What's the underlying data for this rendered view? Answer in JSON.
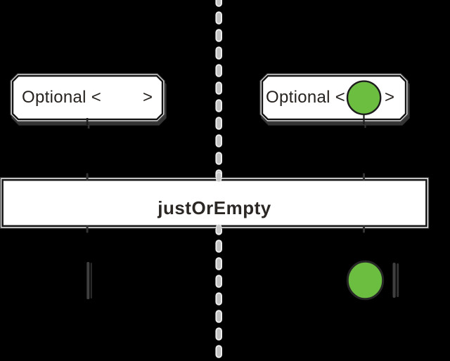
{
  "scene": {
    "background": "#000000",
    "divider": {
      "style": "dashed-vertical-line"
    },
    "inputs": {
      "left": {
        "prefix": "Optional <",
        "suffix": ">",
        "content": "empty"
      },
      "right": {
        "prefix": "Optional <",
        "suffix": ">",
        "content": "green-marble"
      }
    },
    "operator": {
      "label": "justOrEmpty"
    },
    "outputs": {
      "left": {
        "marbles": [],
        "complete": true
      },
      "right": {
        "marbles": [
          "green"
        ],
        "complete": true
      }
    },
    "colors": {
      "marble_green": "#6cbe41",
      "marble_outline": "#212121",
      "box_fill": "#ffffff",
      "box_border": "#141414",
      "box_casing": "#4a4a4a",
      "tick_gray": "#3f3f3f",
      "dash_gray": "#c2c2c2",
      "text_dark": "#26221f"
    }
  }
}
